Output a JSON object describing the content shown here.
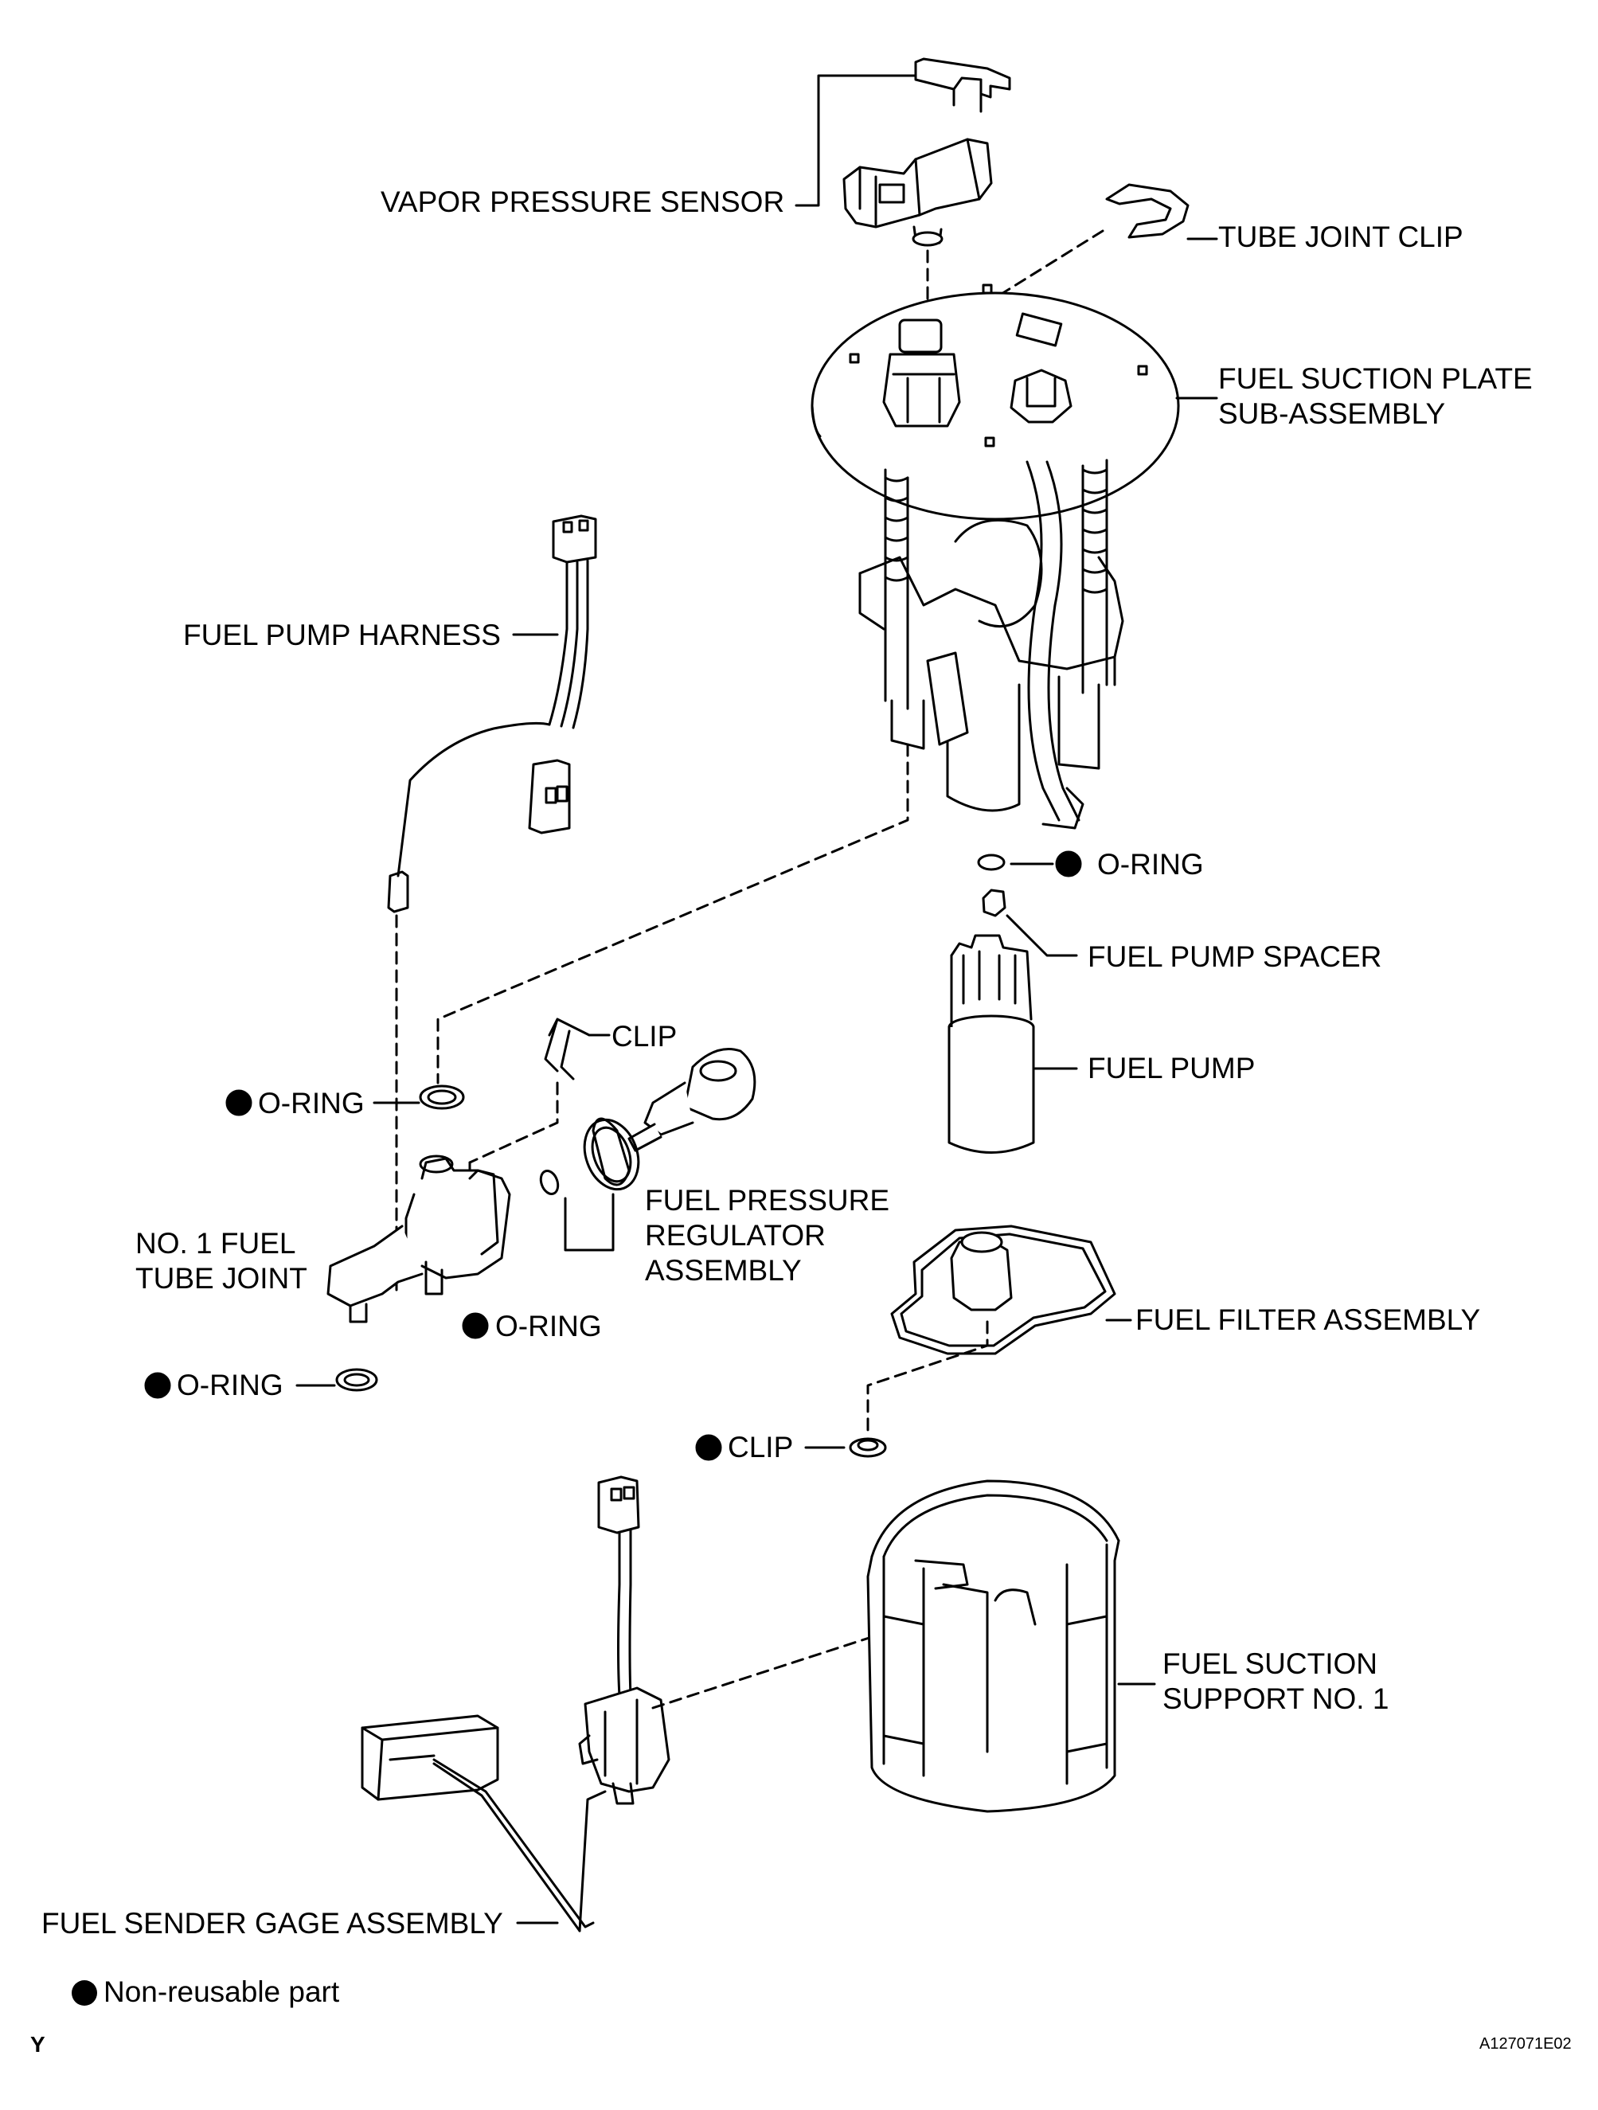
{
  "labels": {
    "vapor_pressure_sensor": "VAPOR PRESSURE SENSOR",
    "tube_joint_clip": "TUBE JOINT CLIP",
    "fuel_suction_plate_line1": "FUEL SUCTION PLATE",
    "fuel_suction_plate_line2": "SUB-ASSEMBLY",
    "fuel_pump_harness": "FUEL PUMP HARNESS",
    "o_ring_pump": "O-RING",
    "fuel_pump_spacer": "FUEL PUMP SPACER",
    "clip_upper": "CLIP",
    "fuel_pump": "FUEL PUMP",
    "o_ring_left": "O-RING",
    "fuel_pressure_regulator_line1": "FUEL PRESSURE",
    "fuel_pressure_regulator_line2": "REGULATOR",
    "fuel_pressure_regulator_line3": "ASSEMBLY",
    "no1_fuel_tube_joint_line1": "NO. 1 FUEL",
    "no1_fuel_tube_joint_line2": "TUBE JOINT",
    "o_ring_regulator": "O-RING",
    "fuel_filter_assembly": "FUEL FILTER ASSEMBLY",
    "o_ring_lower": "O-RING",
    "clip_lower": "CLIP",
    "fuel_suction_support_line1": "FUEL SUCTION",
    "fuel_suction_support_line2": "SUPPORT NO. 1",
    "fuel_sender_gage_assembly": "FUEL SENDER GAGE ASSEMBLY"
  },
  "legend": {
    "non_reusable": "Non-reusable part"
  },
  "footer": {
    "corner_mark": "Y",
    "figure_code": "A127071E02"
  }
}
